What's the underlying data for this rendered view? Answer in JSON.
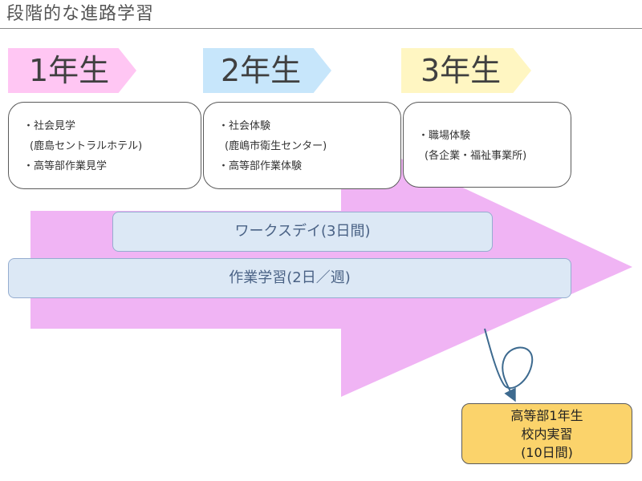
{
  "header": {
    "title": "段階的な進路学習"
  },
  "grades": [
    {
      "label": "1年生",
      "color": "#ffc6f3"
    },
    {
      "label": "2年生",
      "color": "#c7e6fb"
    },
    {
      "label": "3年生",
      "color": "#fff6c2"
    }
  ],
  "cards": [
    {
      "lines": [
        "・社会見学",
        "(鹿島セントラルホテル)",
        "・高等部作業見学"
      ]
    },
    {
      "lines": [
        "・社会体験",
        "(鹿嶋市衛生センター)",
        "・高等部作業体験"
      ]
    },
    {
      "lines": [
        "・職場体験",
        "(各企業・福祉事業所)"
      ]
    }
  ],
  "bands": {
    "workday": "ワークスデイ(3日間)",
    "work_study": "作業学習(2日／週)"
  },
  "goal": {
    "lines": [
      "高等部1年生",
      "校内実習",
      "(10日間)"
    ]
  },
  "colors": {
    "arrow": "#f0b4f4",
    "band_fill": "#dce8f5",
    "goal_fill": "#fbd36b",
    "connector": "#3d6a8f"
  }
}
